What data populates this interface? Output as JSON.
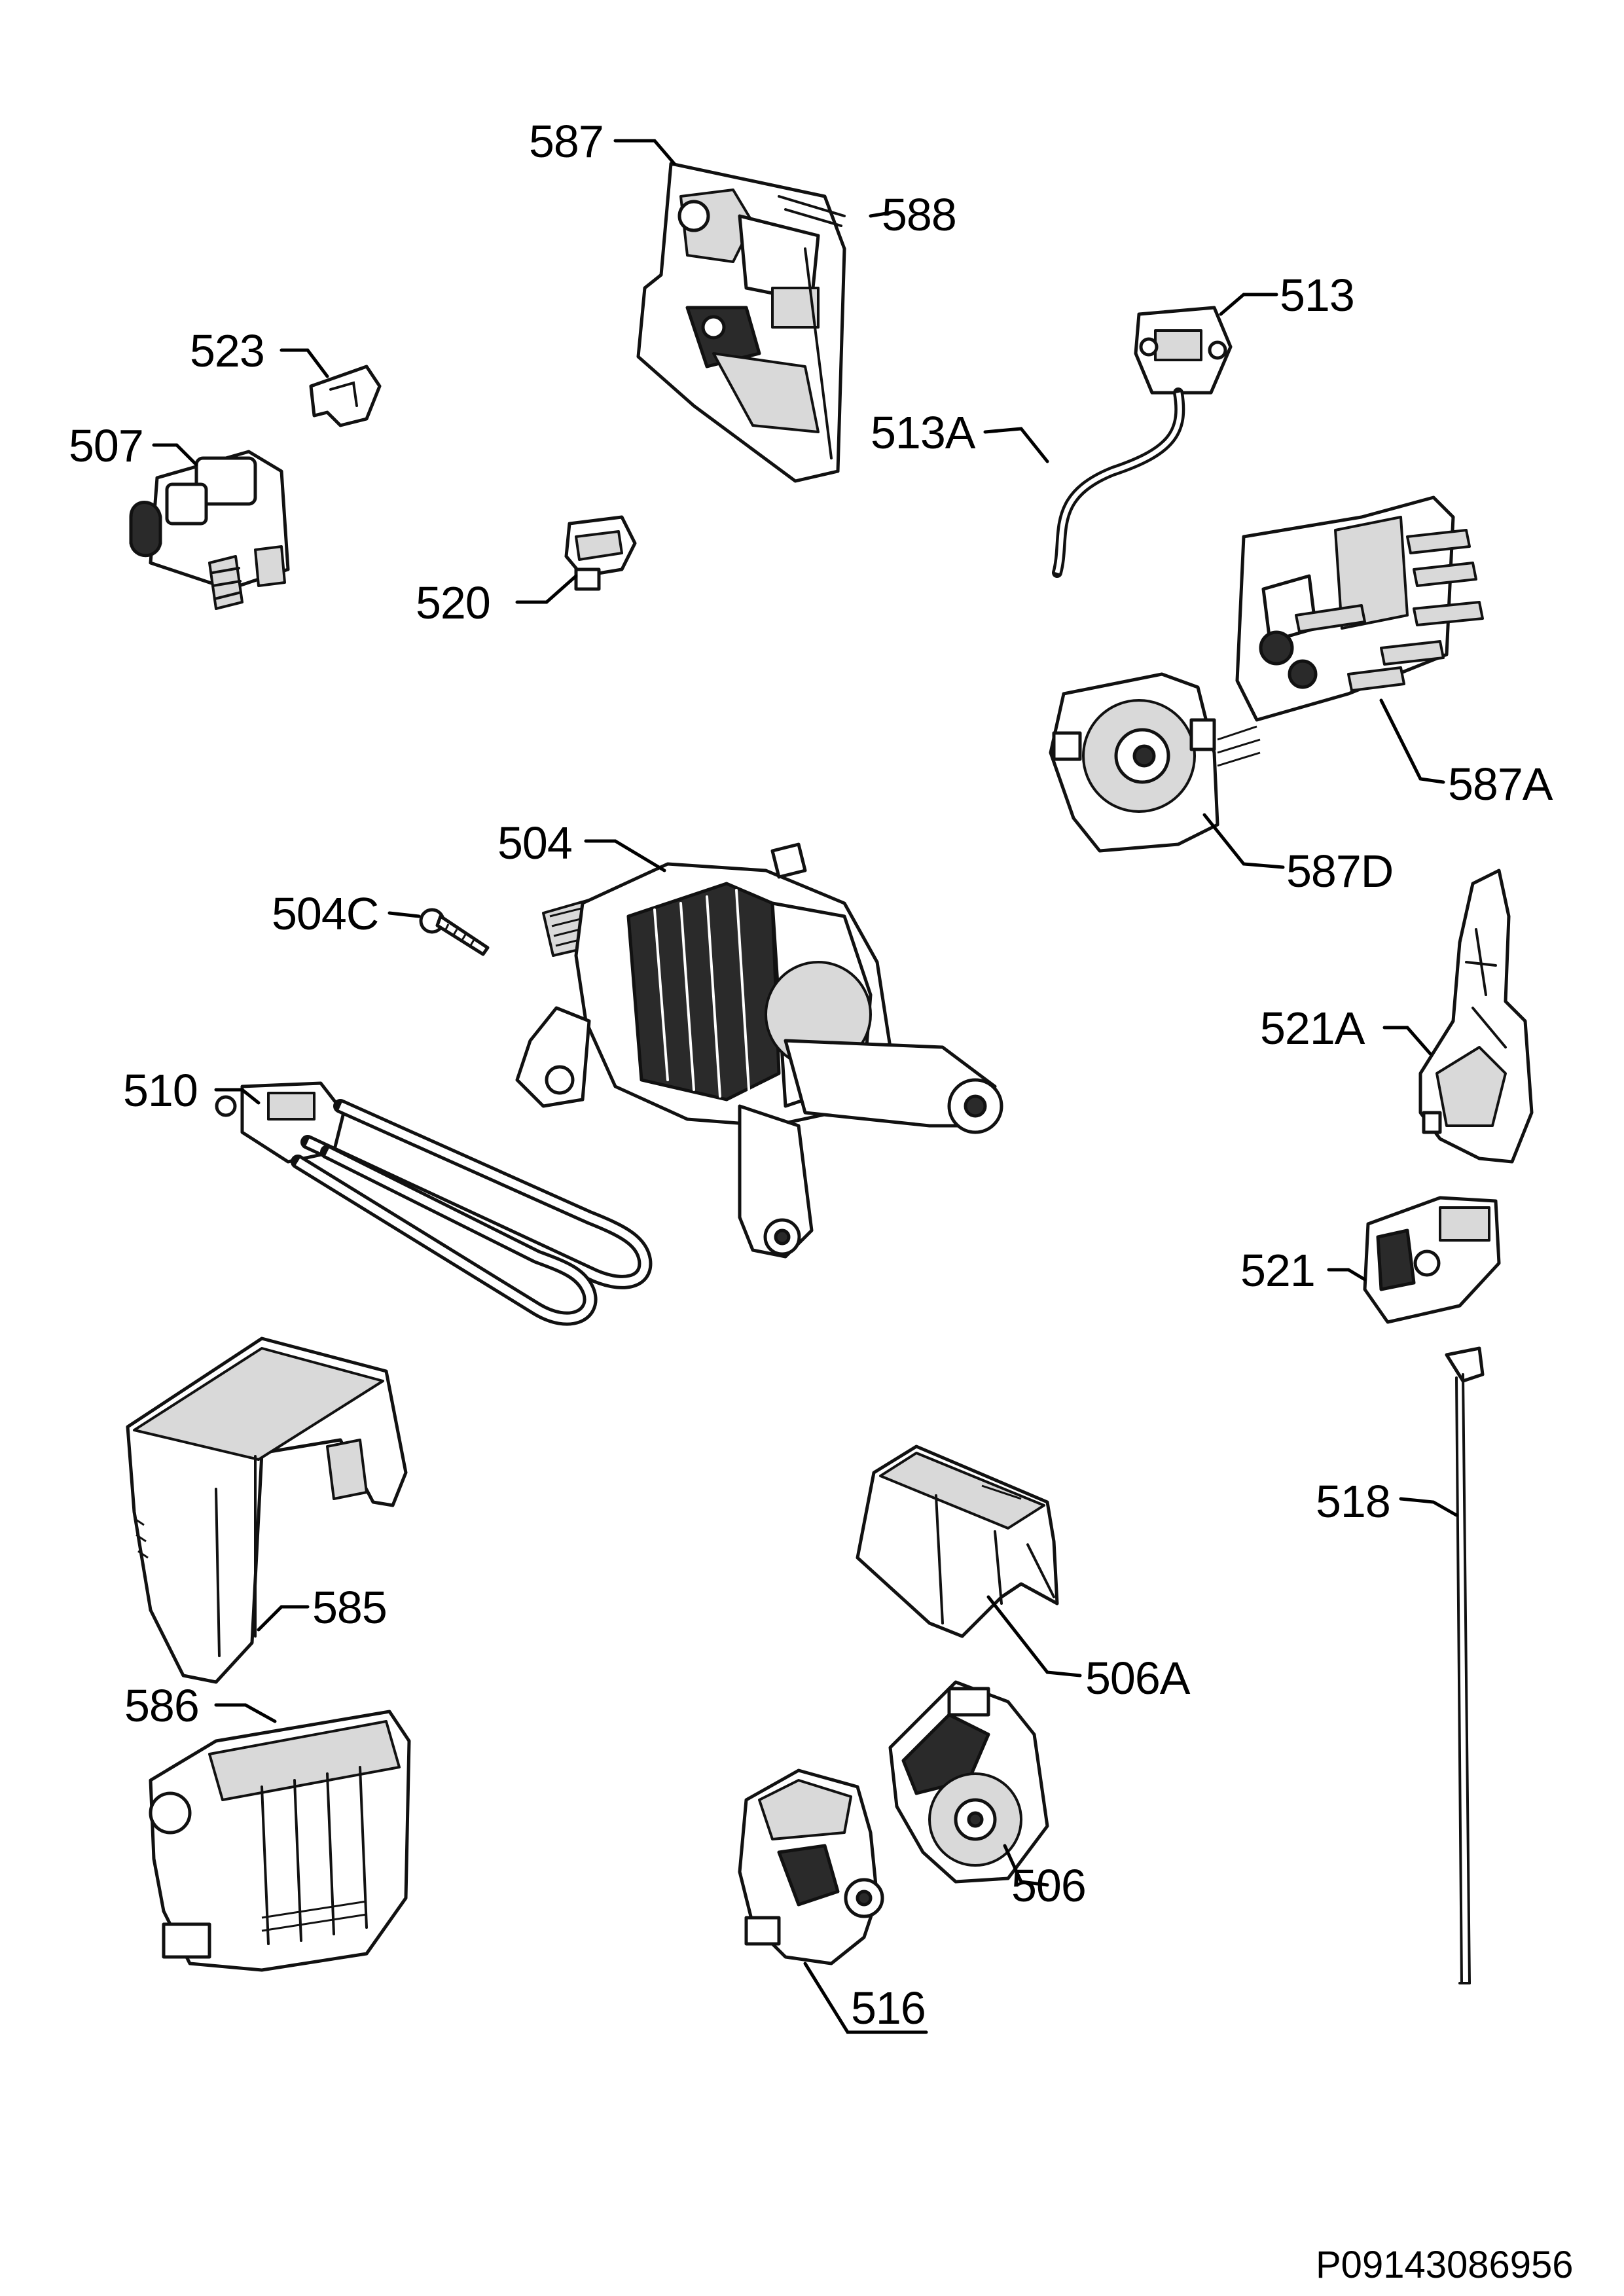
{
  "diagram": {
    "code": "P09143086956",
    "labels": {
      "l587": "587",
      "l588": "588",
      "l513": "513",
      "l513A": "513A",
      "l523": "523",
      "l507": "507",
      "l520": "520",
      "l587A": "587A",
      "l587D": "587D",
      "l504": "504",
      "l504C": "504C",
      "l510": "510",
      "l521A": "521A",
      "l521": "521",
      "l518": "518",
      "l585": "585",
      "l586": "586",
      "l506A": "506A",
      "l506": "506",
      "l516": "516"
    }
  }
}
